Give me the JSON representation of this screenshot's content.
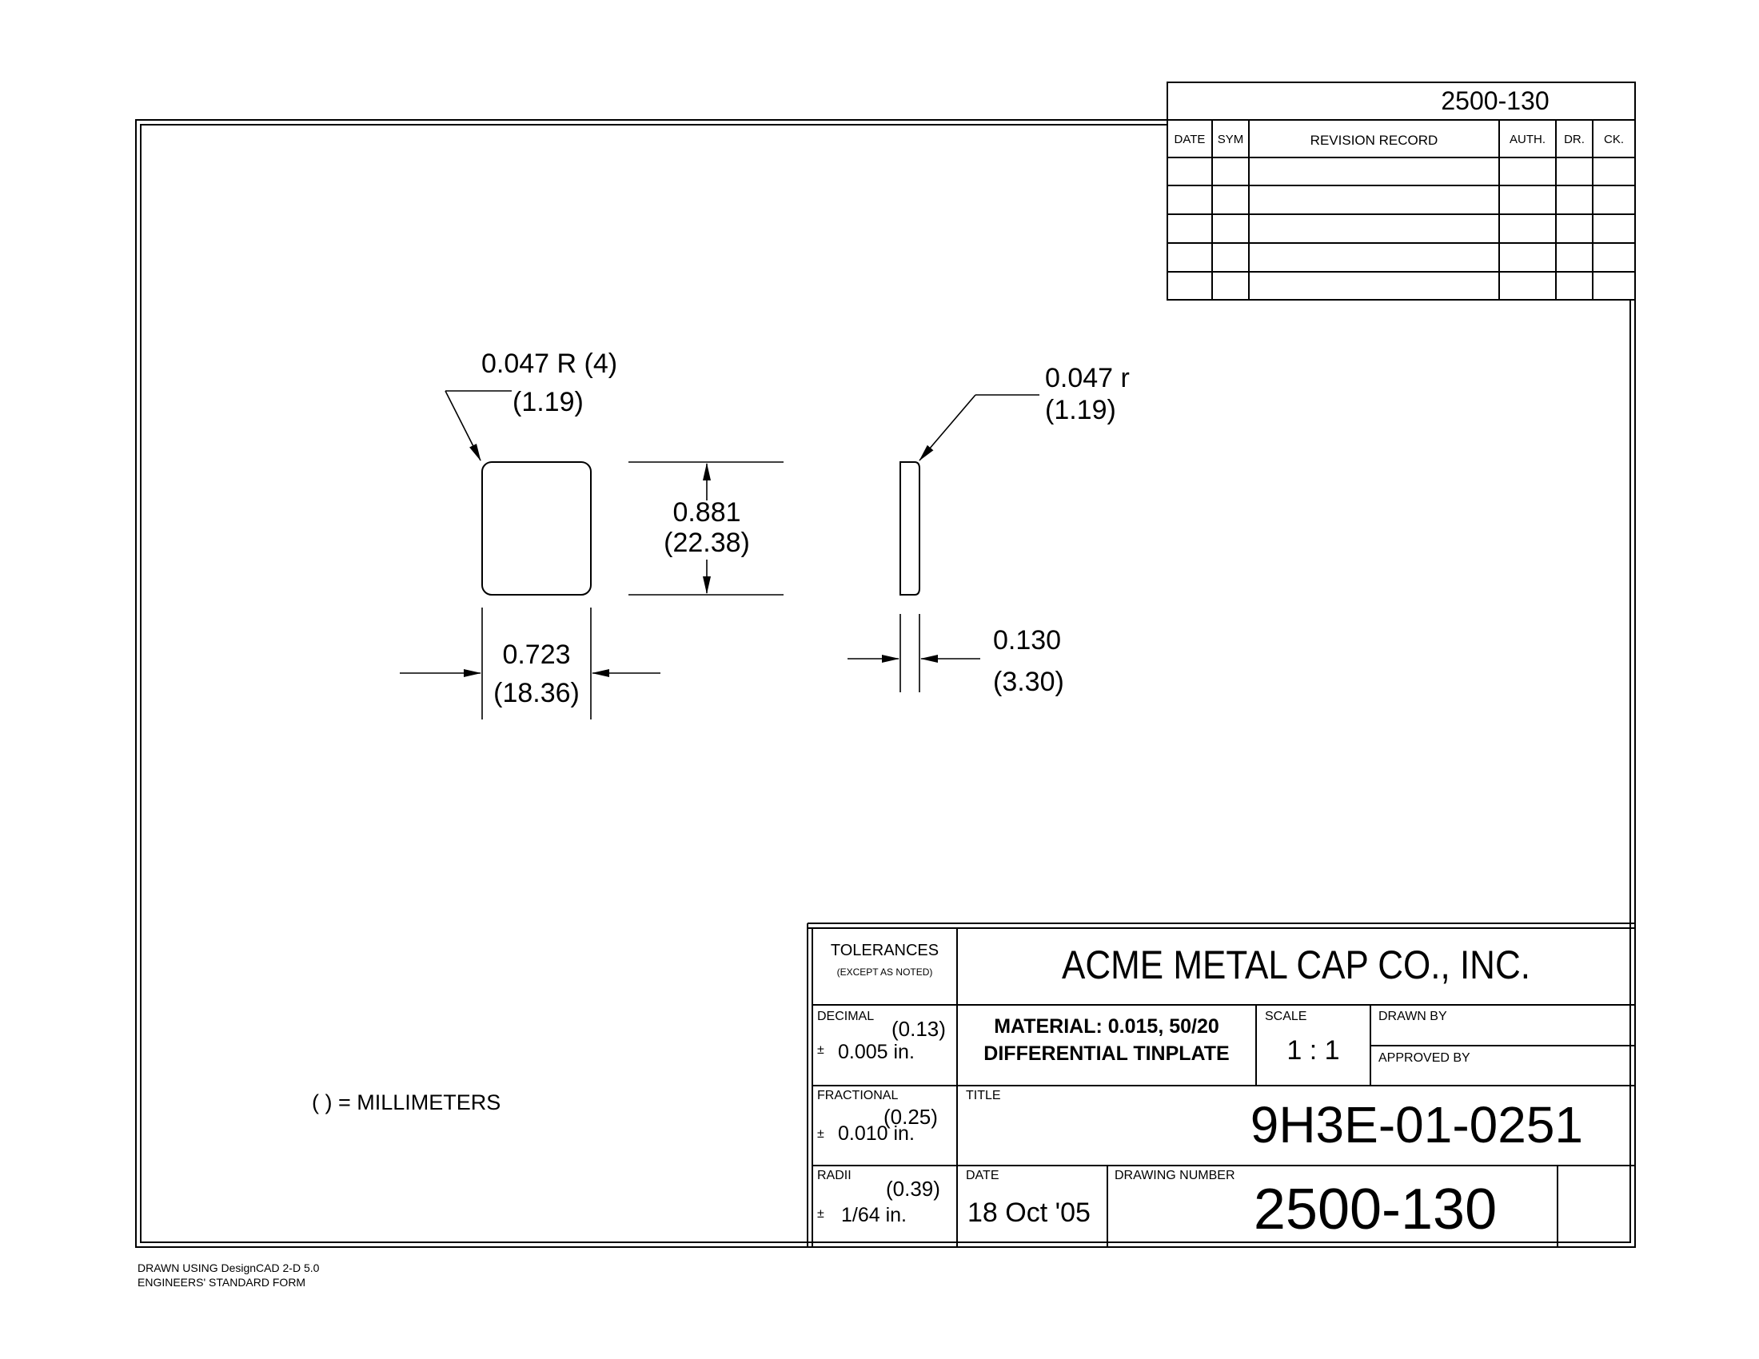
{
  "revision_block": {
    "part_number": "2500-130",
    "headers": {
      "date": "DATE",
      "sym": "SYM",
      "record": "REVISION RECORD",
      "auth": "AUTH.",
      "dr": "DR.",
      "ck": "CK."
    }
  },
  "dimensions": {
    "corner_radius_in": "0.047  R  (4)",
    "corner_radius_mm": "(1.19)",
    "edge_radius_in": "0.047  r",
    "edge_radius_mm": "(1.19)",
    "height_in": "0.881",
    "height_mm": "(22.38)",
    "width_in": "0.723",
    "width_mm": "(18.36)",
    "thickness_in": "0.130",
    "thickness_mm": "(3.30)"
  },
  "units_note": "( ) = MILLIMETERS",
  "title_block": {
    "tolerances_label": "TOLERANCES",
    "except_note": "(EXCEPT AS NOTED)",
    "company": "ACME METAL CAP CO., INC.",
    "decimal_label": "DECIMAL",
    "decimal_mm": "(0.13)",
    "decimal_pm": "±",
    "decimal_in": "0.005 in.",
    "fractional_label": "FRACTIONAL",
    "fractional_mm": "(0.25)",
    "fractional_pm": "±",
    "fractional_in": "0.010 in.",
    "radii_label": "RADII",
    "radii_mm": "(0.39)",
    "radii_pm": "±",
    "radii_in": "1/64 in.",
    "material_line1": "MATERIAL:  0.015,  50/20",
    "material_line2": "DIFFERENTIAL TINPLATE",
    "scale_label": "SCALE",
    "scale_value": "1 : 1",
    "drawn_by_label": "DRAWN BY",
    "approved_by_label": "APPROVED BY",
    "title_label": "TITLE",
    "title_value": "9H3E-01-0251",
    "date_label": "DATE",
    "date_value": "18 Oct '05",
    "drawing_number_label": "DRAWING NUMBER",
    "drawing_number_value": "2500-130"
  },
  "footer": {
    "line1": "DRAWN USING DesignCAD 2-D 5.0",
    "line2": "ENGINEERS' STANDARD FORM"
  }
}
